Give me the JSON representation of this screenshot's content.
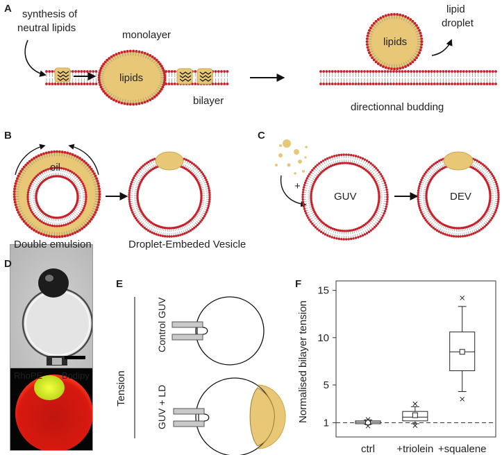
{
  "colors": {
    "lipid": "#e8c877",
    "lipid_stroke": "#c9a54f",
    "headgroup": "#c8202a",
    "tail": "#8a8a8a",
    "scalebar": "#000000",
    "fluor_red": "#d81a12",
    "fluor_yellow": "#e2f018",
    "rhope_text": "#ff2a2a",
    "bodipy_text": "#7cf22a"
  },
  "panel_a": {
    "letter": "A",
    "synthesis_label_1": "synthesis of",
    "synthesis_label_2": "neutral lipids",
    "monolayer": "monolayer",
    "lipids_center": "lipids",
    "bilayer": "bilayer",
    "lipids_droplet": "lipids",
    "lipid_droplet_1": "lipid",
    "lipid_droplet_2": "droplet",
    "directional_budding": "directionnal budding"
  },
  "panel_b": {
    "letter": "B",
    "oil": "oil",
    "double_emulsion": "Double emulsion",
    "dev_caption": "Droplet-Embeded Vesicle"
  },
  "panel_c": {
    "letter": "C",
    "plus": "+",
    "guv": "GUV",
    "dev": "DEV"
  },
  "panel_d": {
    "letter": "D",
    "rhope": "RhoPE",
    "bodipy": "Bodipy"
  },
  "panel_e": {
    "letter": "E",
    "tension": "Tension",
    "control_guv": "Control GUV",
    "guv_ld": "GUV + LD"
  },
  "chart_data": {
    "type": "box",
    "letter": "F",
    "ylabel": "Normalised  bilayer  tension",
    "categories": [
      "ctrl",
      "+triolein",
      "+squalene"
    ],
    "yticks": [
      1,
      5,
      10,
      15
    ],
    "ylim": [
      -0.5,
      16
    ],
    "reference_line": 1,
    "boxes": [
      {
        "name": "ctrl",
        "min": 0.85,
        "q1": 0.9,
        "median": 1.05,
        "q3": 1.2,
        "max": 1.3,
        "mean": 1.05,
        "outliers": [
          0.65,
          1.35
        ]
      },
      {
        "name": "+triolein",
        "min": 0.9,
        "q1": 1.2,
        "median": 1.6,
        "q3": 2.2,
        "max": 2.7,
        "mean": 1.8,
        "outliers": [
          0.7,
          3.0
        ]
      },
      {
        "name": "+squalene",
        "min": 4.3,
        "q1": 6.5,
        "median": 8.5,
        "q3": 10.6,
        "max": 13.3,
        "mean": 8.5,
        "outliers": [
          3.5,
          14.2
        ]
      }
    ]
  }
}
